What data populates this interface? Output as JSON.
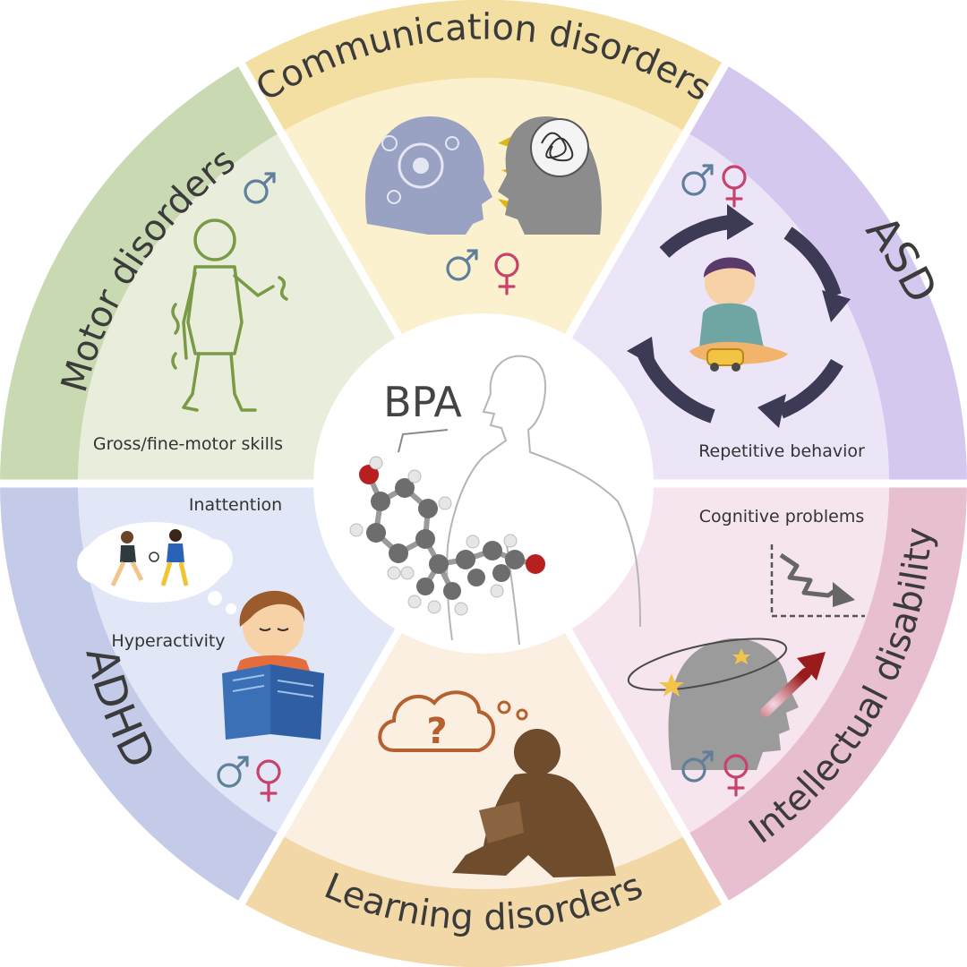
{
  "center": {
    "title": "BPA"
  },
  "segments": [
    {
      "id": "motor",
      "label": "Motor disorders",
      "caption": "Gross/fine-motor skills",
      "band_color": "#c9d9b1",
      "inner_color": "#e8eedb",
      "symbols": [
        "male"
      ]
    },
    {
      "id": "communication",
      "label": "Communication disorders",
      "band_color": "#f3dfa2",
      "inner_color": "#fbf1cf",
      "symbols": [
        "male",
        "female"
      ]
    },
    {
      "id": "asd",
      "label": "ASD",
      "caption": "Repetitive behavior",
      "band_color": "#d4c8ee",
      "inner_color": "#ece5f8",
      "symbols": [
        "male",
        "female"
      ]
    },
    {
      "id": "intellectual",
      "label": "Intellectual disability",
      "caption": "Cognitive problems",
      "band_color": "#e8bfd0",
      "inner_color": "#f6e5ee",
      "symbols": [
        "male",
        "female"
      ]
    },
    {
      "id": "learning",
      "label": "Learning disorders",
      "band_color": "#f1d8a6",
      "inner_color": "#fbefe2",
      "symbols": []
    },
    {
      "id": "adhd",
      "label": "ADHD",
      "captions": [
        "Inattention",
        "Hyperactivity"
      ],
      "band_color": "#c3cbe9",
      "inner_color": "#e2e7f7",
      "symbols": [
        "male",
        "female"
      ]
    }
  ],
  "colors": {
    "male_symbol": "#5f7f9a",
    "female_symbol": "#c8436b",
    "divider": "#ffffff",
    "oxygen_atom": "#b8201f",
    "carbon_atom": "#6d6d6d",
    "hydrogen_atom": "#e6e6e6"
  }
}
